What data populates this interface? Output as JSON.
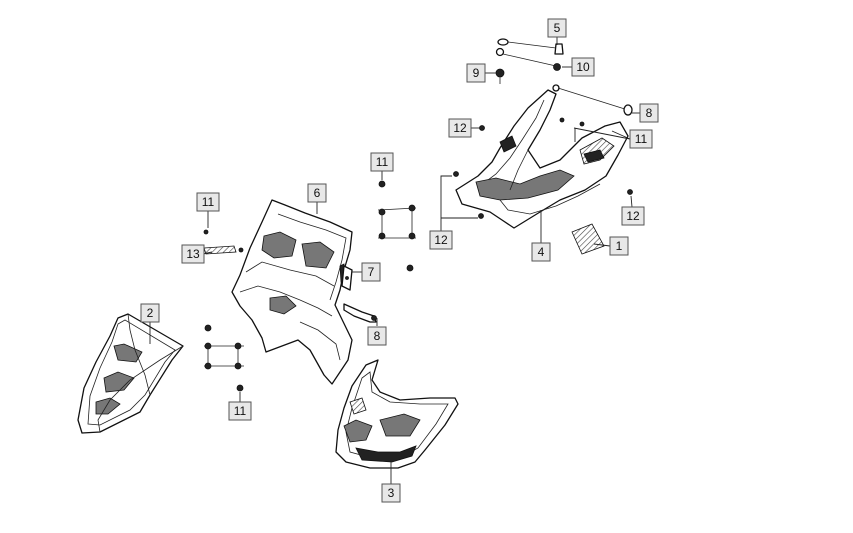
{
  "callouts": [
    {
      "id": "c1",
      "label": "1"
    },
    {
      "id": "c2",
      "label": "2"
    },
    {
      "id": "c3",
      "label": "3"
    },
    {
      "id": "c4",
      "label": "4"
    },
    {
      "id": "c5",
      "label": "5"
    },
    {
      "id": "c6",
      "label": "6"
    },
    {
      "id": "c7",
      "label": "7"
    },
    {
      "id": "c8a",
      "label": "8"
    },
    {
      "id": "c8b",
      "label": "8"
    },
    {
      "id": "c9",
      "label": "9"
    },
    {
      "id": "c10",
      "label": "10"
    },
    {
      "id": "c11a",
      "label": "11"
    },
    {
      "id": "c11b",
      "label": "11"
    },
    {
      "id": "c11c",
      "label": "11"
    },
    {
      "id": "c11d",
      "label": "11"
    },
    {
      "id": "c12a",
      "label": "12"
    },
    {
      "id": "c12b",
      "label": "12"
    },
    {
      "id": "c12c",
      "label": "12"
    },
    {
      "id": "c13",
      "label": "13"
    }
  ]
}
